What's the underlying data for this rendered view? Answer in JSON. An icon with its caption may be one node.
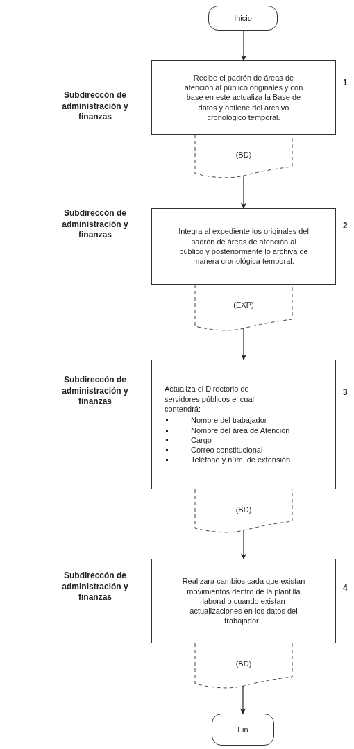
{
  "diagram": {
    "nodes": [
      {
        "text": [
          "Inicio"
        ]
      },
      {
        "text": [
          "Recibe el padrón de áreas de atención al público originales y con base en este actualiza la Base de datos y obtiene del archivo cronológico temporal."
        ],
        "beside": [
          "Subdireccón de administración y finanzas",
          "1"
        ]
      },
      {
        "text": [
          "(BD)"
        ]
      },
      {
        "text": [
          "Integra al expediente los originales del padrón de áreas de atención al público y posteriormente lo archiva de manera cronológica temporal."
        ],
        "beside": [
          "Subdireccón de administración y finanzas",
          "2"
        ]
      },
      {
        "text": [
          "(EXP)"
        ]
      },
      {
        "text": [
          "Actualiza el Directorio de servidores públicos el cual contendrá:",
          "Nombre del trabajador",
          "Nombre del área de Atención",
          "Cargo",
          "Correo constitucional",
          "Teléfono y núm. de extensión"
        ],
        "beside": [
          "Subdireccón de administración y finanzas",
          "3"
        ]
      },
      {
        "text": [
          "(BD)"
        ]
      },
      {
        "text": [
          "Realizara cambios cada que existan movimientos dentro de la plantilla laboral o cuando existan actualizaciones en los datos del trabajador ."
        ],
        "beside": [
          "Subdireccón de administración y finanzas",
          "4"
        ]
      },
      {
        "text": [
          "(BD)"
        ]
      },
      {
        "text": [
          "Fin"
        ]
      }
    ],
    "edges": [
      {
        "from": 0,
        "to": 1,
        "arrow": "to"
      },
      {
        "from": 2,
        "to": 3,
        "arrow": "to"
      },
      {
        "from": 4,
        "to": 5,
        "arrow": "to"
      },
      {
        "from": 6,
        "to": 7,
        "arrow": "to"
      },
      {
        "from": 8,
        "to": 9,
        "arrow": "to"
      }
    ]
  }
}
